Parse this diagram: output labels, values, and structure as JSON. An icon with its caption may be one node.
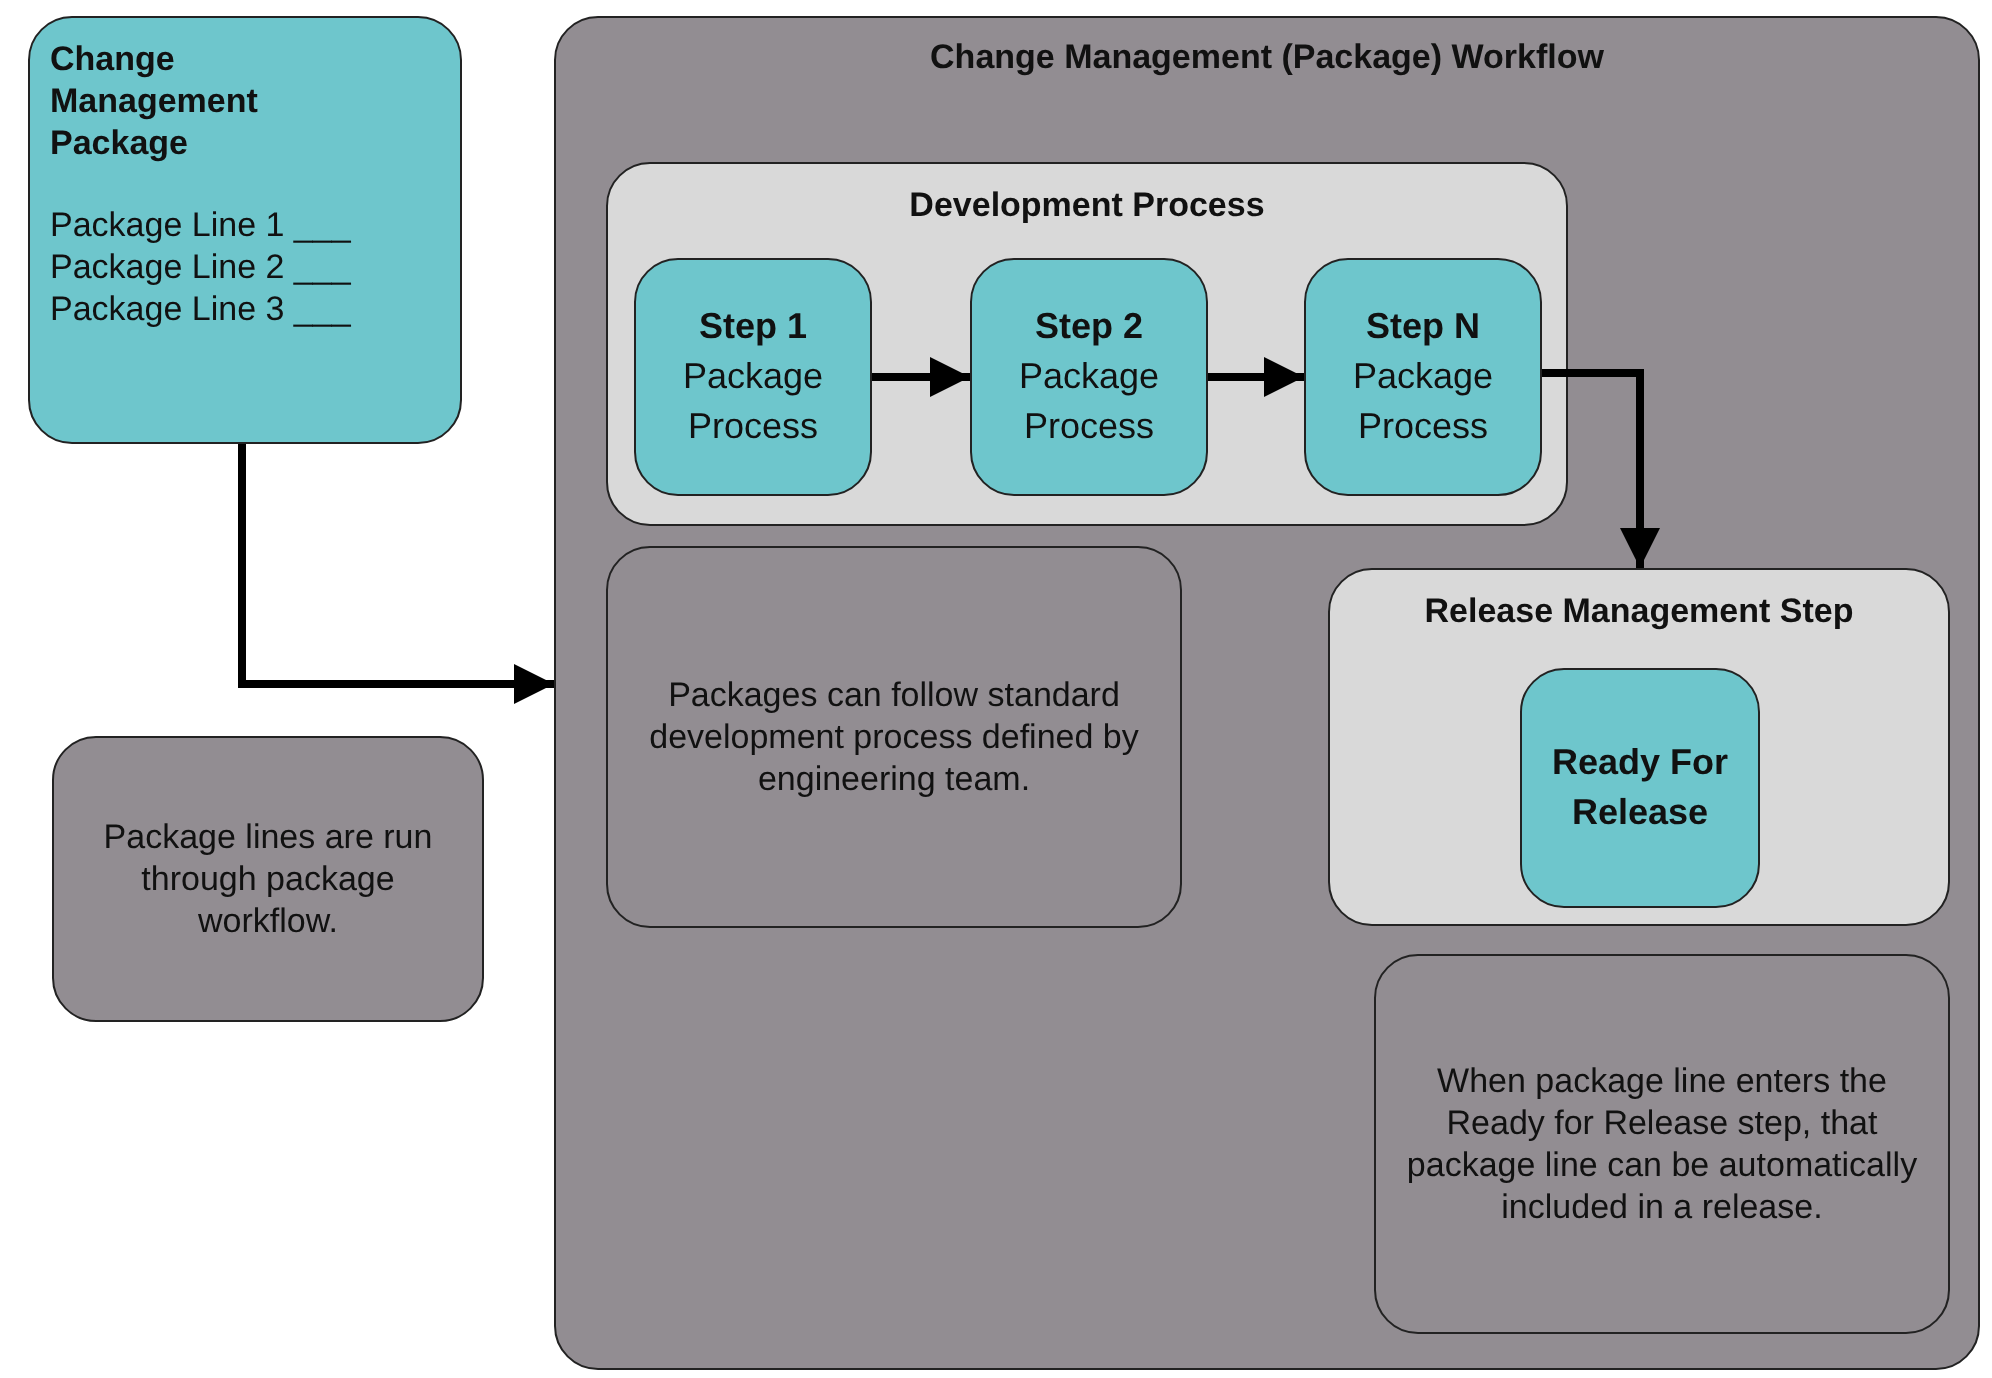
{
  "diagram": {
    "nodes": [
      {
        "text": [
          "Change Management Package",
          "Package Line 1 ___",
          "Package Line 2 ___",
          "Package Line 3 ___"
        ]
      },
      {
        "text": [
          "Package lines are run through package workflow."
        ]
      },
      {
        "text": [
          "Change Management (Package) Workflow"
        ]
      },
      {
        "text": [
          "Development Process"
        ],
        "in": 2
      },
      {
        "text": [
          "Step 1",
          "Package Process"
        ],
        "in": 3
      },
      {
        "text": [
          "Step 2",
          "Package Process"
        ],
        "in": 3
      },
      {
        "text": [
          "Step N",
          "Package Process"
        ],
        "in": 3
      },
      {
        "text": [
          "Packages can follow standard development process defined by engineering team."
        ],
        "in": 2
      },
      {
        "text": [
          "Release Management Step"
        ],
        "in": 2
      },
      {
        "text": [
          "Ready For Release"
        ],
        "in": 8
      },
      {
        "text": [
          "When package line enters the Ready for Release step, that package line can be automatically included in a release."
        ],
        "in": 2
      }
    ],
    "edges": [
      {
        "from": 0,
        "to": 2,
        "arrow": "to"
      },
      {
        "from": 4,
        "to": 5,
        "arrow": "to"
      },
      {
        "from": 5,
        "to": 6,
        "arrow": "to"
      },
      {
        "from": 6,
        "to": 8,
        "arrow": "to"
      }
    ]
  }
}
